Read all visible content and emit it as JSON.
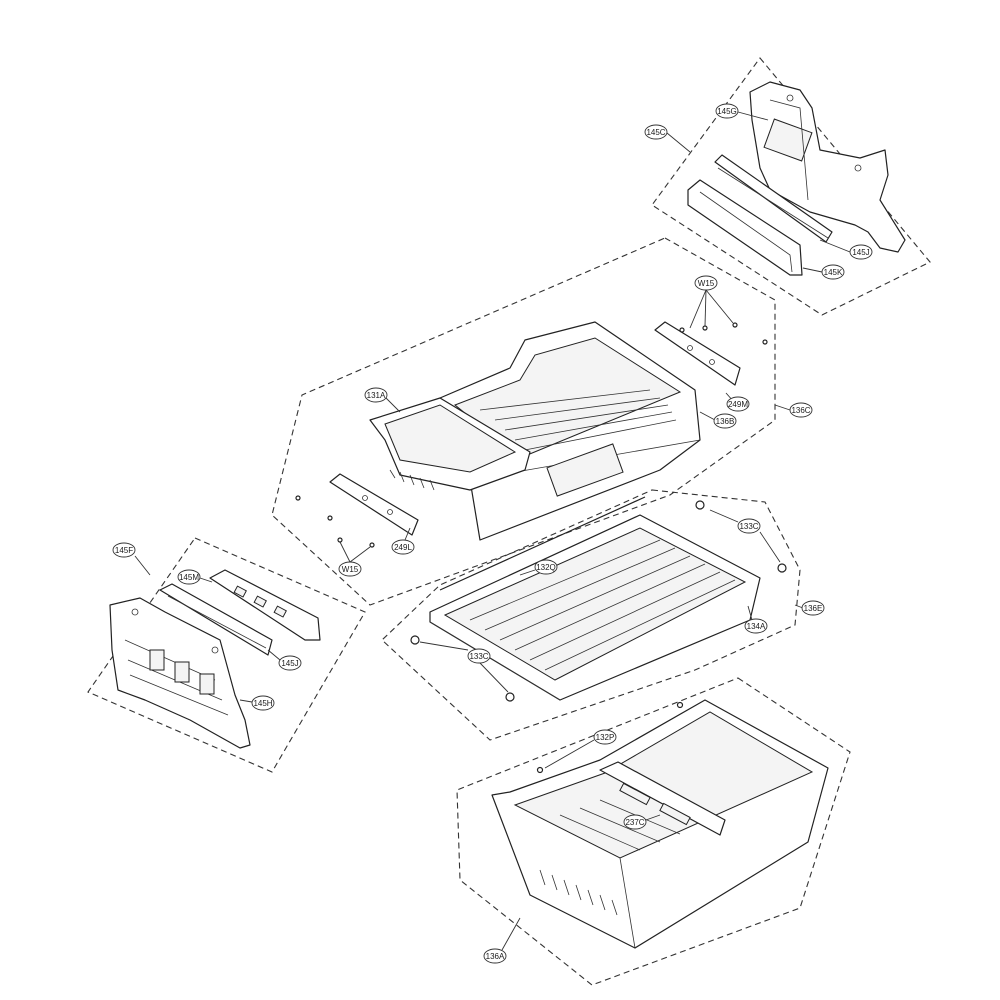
{
  "diagram": {
    "callouts": {
      "c145G": "145G",
      "c145C": "145C",
      "c145J_top": "145J",
      "c145K": "145K",
      "cW15_top": "W15",
      "c249M": "249M",
      "c136C": "136C",
      "c131A": "131A",
      "c136B": "136B",
      "c249L": "249L",
      "cW15_bottom": "W15",
      "c133C_right": "133C",
      "c132Q": "132Q",
      "c136E": "136E",
      "c134A": "134A",
      "c133C_left": "133C",
      "c145F": "145F",
      "c145M": "145M",
      "c145J_bottom": "145J",
      "c145H": "145H",
      "c132P": "132P",
      "c237C": "237C",
      "c136A": "136A"
    }
  }
}
